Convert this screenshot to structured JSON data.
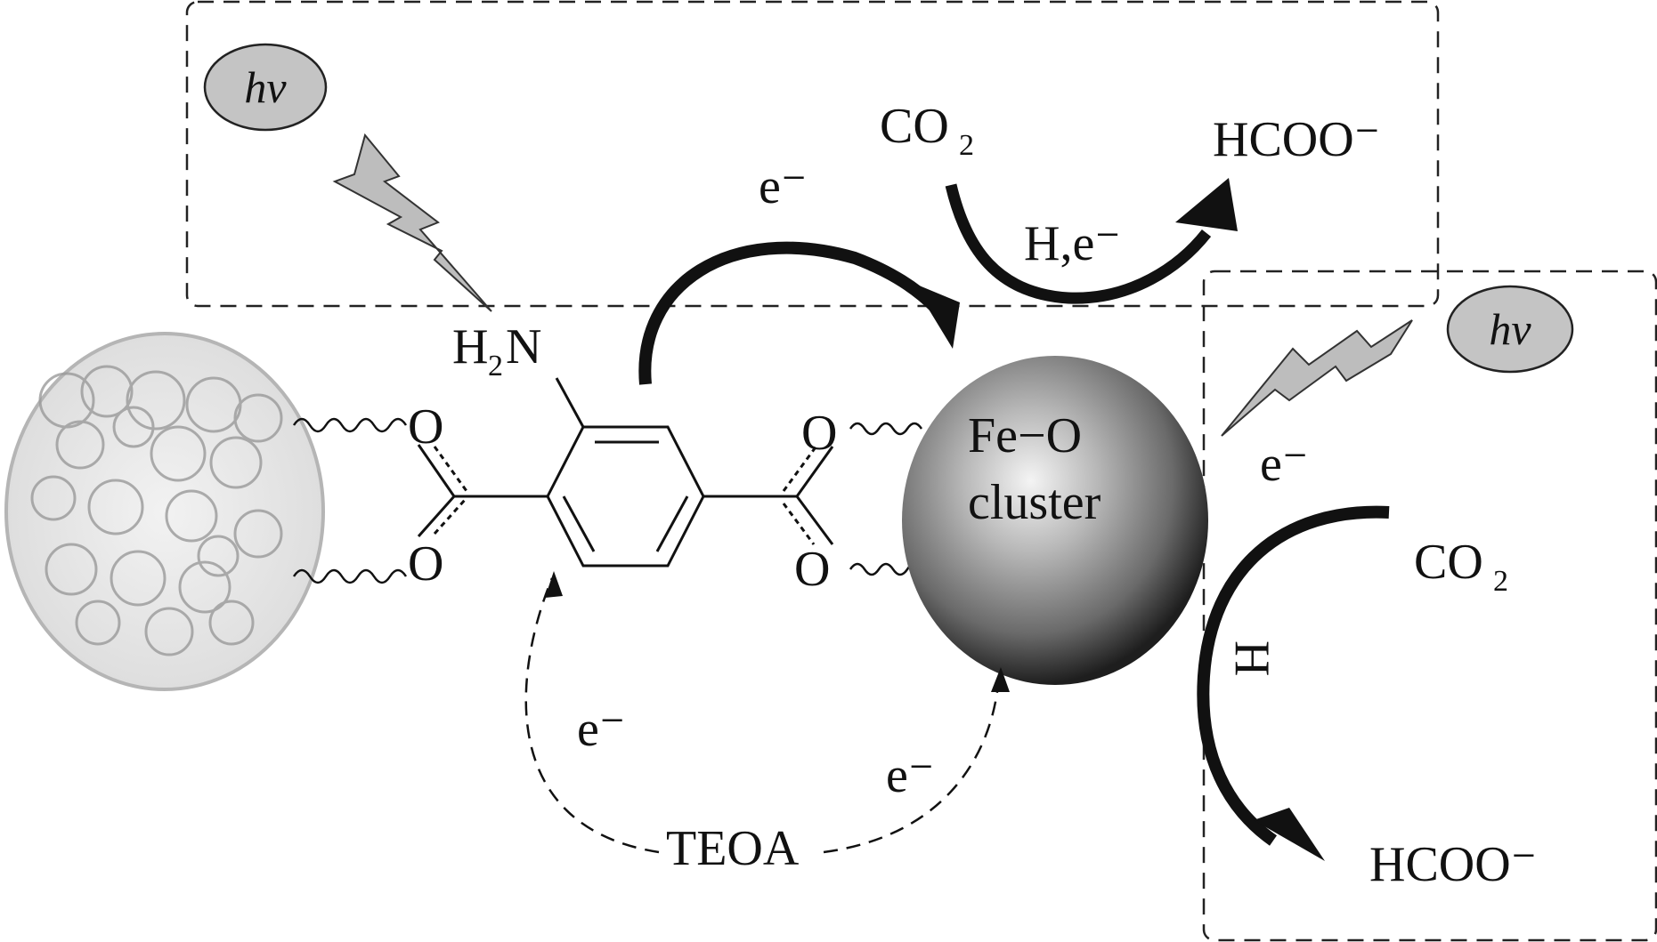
{
  "diagram": {
    "light_label": "hv",
    "electron": "e⁻",
    "reactant": "CO",
    "reactant_subscript": "2",
    "product": "HCOO⁻",
    "top_reduction_label": "H,e⁻",
    "right_reduction_label": "H",
    "amine_label": "H",
    "amine_subscript": "2",
    "amine_suffix": "N",
    "oxygen": "O",
    "cluster_line1": "Fe−O",
    "cluster_line2": "cluster",
    "sacrificial_donor": "TEOA"
  },
  "colors": {
    "ink": "#111111",
    "ellipse_fill": "#c4c4c4",
    "bolt_fill": "#bdbdbd",
    "sphere_mid": "#8a8a8a",
    "sphere_dark": "#2a2a2a"
  }
}
